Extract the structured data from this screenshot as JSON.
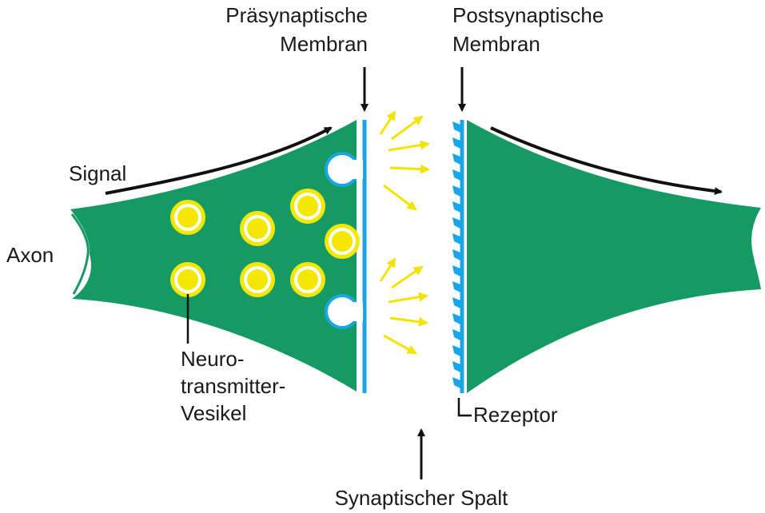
{
  "labels": {
    "pre_line1": "Präsynaptische",
    "pre_line2": "Membran",
    "post_line1": "Postsynaptische",
    "post_line2": "Membran",
    "signal": "Signal",
    "axon": "Axon",
    "vesicle_line1": "Neuro-",
    "vesicle_line2": "transmitter-",
    "vesicle_line3": "Vesikel",
    "receptor": "Rezeptor",
    "cleft": "Synaptischer Spalt"
  },
  "colors": {
    "neuron": "#169a63",
    "membrane": "#1aa6e6",
    "vesicle_outer": "#f4e800",
    "vesicle_core": "#f6e600",
    "transmitter": "#f2e400",
    "arrow": "#111111"
  },
  "icons": {
    "flow_arrow": "arrow-right-icon",
    "pointer_arrow": "arrow-down-icon"
  }
}
